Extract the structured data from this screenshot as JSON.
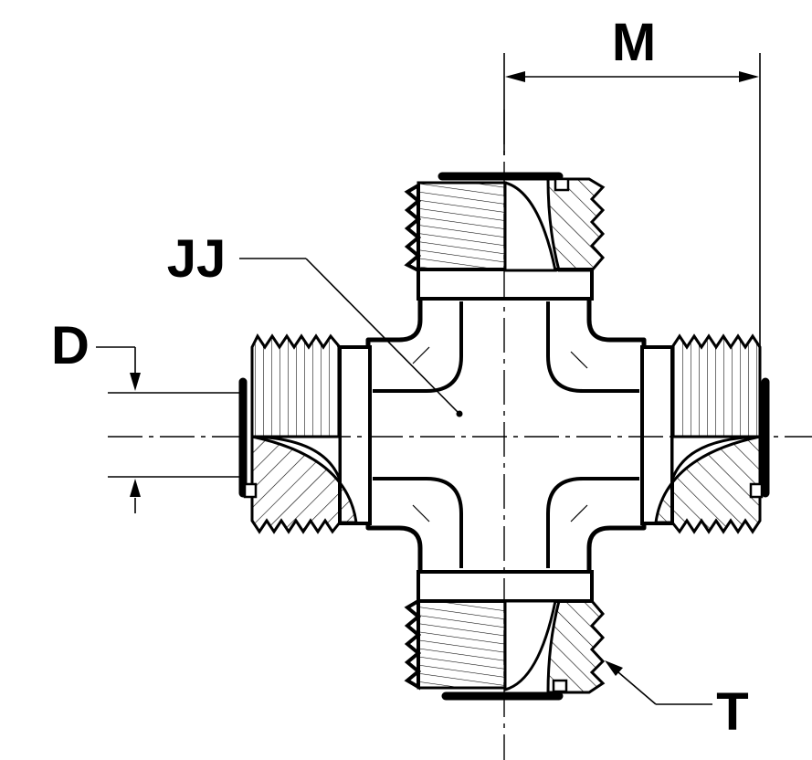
{
  "labels": {
    "m": "M",
    "jj": "JJ",
    "d": "D",
    "t": "T"
  }
}
